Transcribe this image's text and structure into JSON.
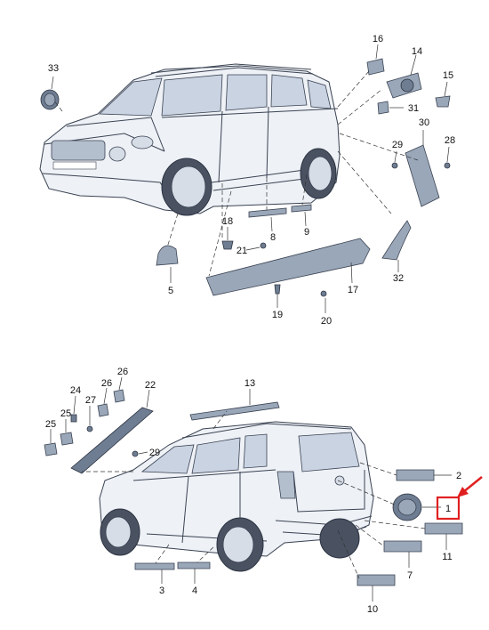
{
  "colors": {
    "highlight": "#e02020",
    "part_fill": "#9aa7b9",
    "part_dark": "#6f7d92",
    "car_body": "#eef1f6",
    "glass": "#c9d3e2"
  },
  "icons": {
    "arrow": "red-arrow-icon"
  },
  "labels": {
    "p33": "33",
    "p16": "16",
    "p14": "14",
    "p15": "15",
    "p31": "31",
    "p30": "30",
    "p29": "29",
    "p28": "28",
    "p18": "18",
    "p21": "21",
    "p8": "8",
    "p9": "9",
    "p5": "5",
    "p17": "17",
    "p32": "32",
    "p19": "19",
    "p20": "20",
    "q26a": "26",
    "q26b": "26",
    "q24": "24",
    "q25a": "25",
    "q25b": "25",
    "q27": "27",
    "q22": "22",
    "q13": "13",
    "q29": "29",
    "q2": "2",
    "q1": "1",
    "q11": "11",
    "q7": "7",
    "q10": "10",
    "q3": "3",
    "q4": "4"
  }
}
